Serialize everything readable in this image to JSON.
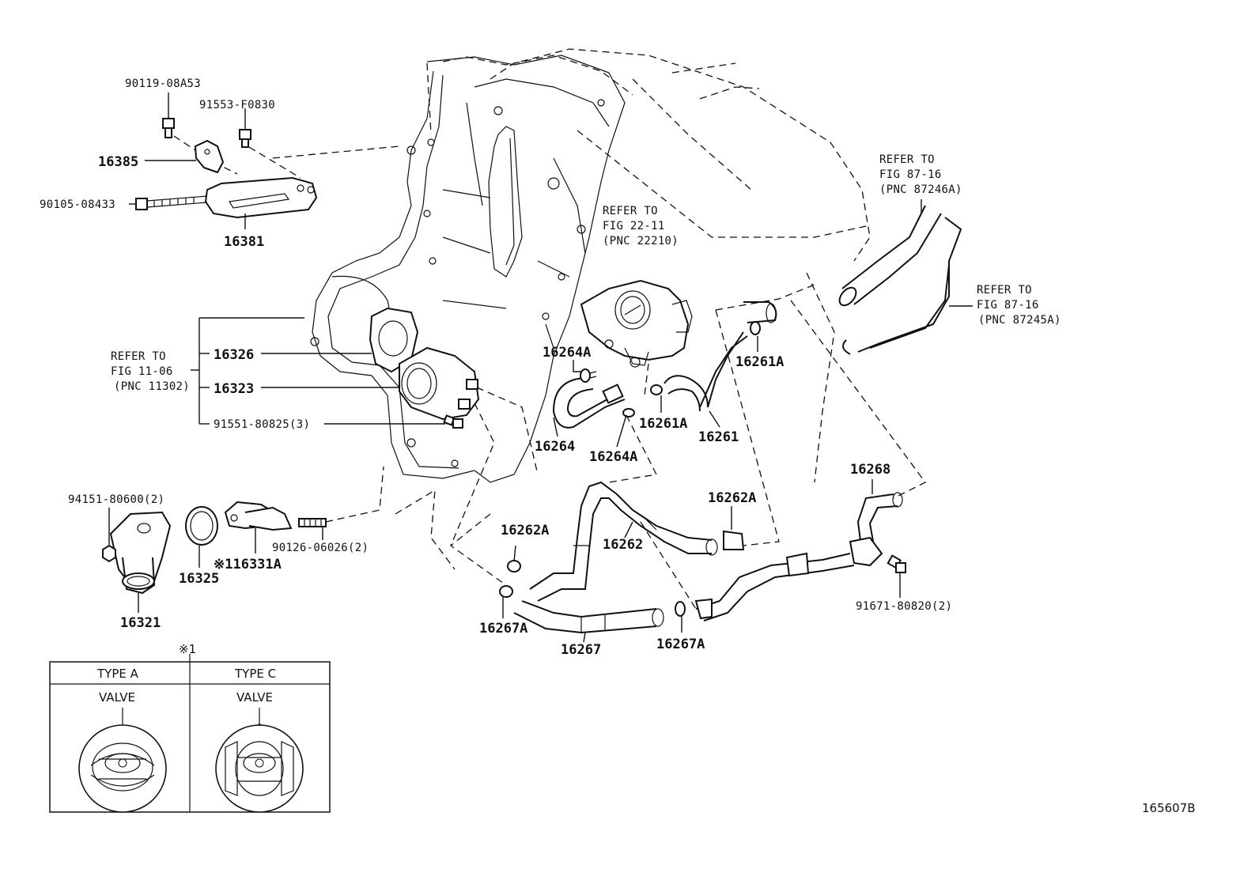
{
  "labels": {
    "p90119": "90119-08A53",
    "p91553": "91553-F0830",
    "p16385": "16385",
    "p90105": "90105-08433",
    "p16381": "16381",
    "ref_tb_1": "REFER TO",
    "ref_tb_2": "FIG 22-11",
    "ref_tb_3": "(PNC 22210)",
    "ref_a_1": "REFER TO",
    "ref_a_2": "FIG 87-16",
    "ref_a_3": "(PNC 87246A)",
    "ref_b_1": "REFER TO",
    "ref_b_2": "FIG 87-16",
    "ref_b_3": "(PNC 87245A)",
    "ref_c_1": "REFER TO",
    "ref_c_2": "FIG 11-06",
    "ref_c_3": "(PNC 11302)",
    "p16326": "16326",
    "p16323": "16323",
    "p91551": "91551-80825(3)",
    "p16264A_a": "16264A",
    "p16264": "16264",
    "p16264A_b": "16264A",
    "p16261A_a": "16261A",
    "p16261A_b": "16261A",
    "p16261": "16261",
    "p94151": "94151-80600(2)",
    "p16325": "16325",
    "p16331A": "※116331A",
    "p90126": "90126-06026(2)",
    "p16321": "16321",
    "p16262A_a": "16262A",
    "p16262A_b": "16262A",
    "p16262": "16262",
    "p16268": "16268",
    "p91671": "91671-80820(2)",
    "p16267A_a": "16267A",
    "p16267": "16267",
    "p16267A_b": "16267A",
    "note_mark": "※1",
    "type_a": "TYPE A",
    "type_c": "TYPE C",
    "valve_a": "VALVE",
    "valve_c": "VALVE",
    "figure_id": "165607B"
  }
}
